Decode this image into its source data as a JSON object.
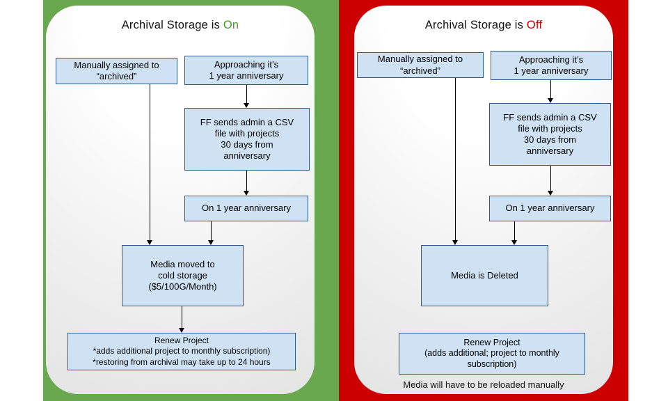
{
  "colors": {
    "left_background": "#6aa84f",
    "right_background": "#cc0000",
    "box_fill": "#cfe2f3",
    "box_border": "#2d5986",
    "status_on_color": "#43a024",
    "status_off_color": "#cc0000"
  },
  "left": {
    "title_prefix": "Archival Storage is ",
    "status": "On",
    "boxes": {
      "manually_assigned": "Manually assigned to\n“archived”",
      "approaching": "Approaching it’s\n1 year anniversary",
      "csv": "FF sends admin a CSV\nfile with projects\n30 days from\nanniversary",
      "anniversary": "On 1 year anniversary",
      "cold_storage": "Media moved to\ncold storage\n($5/100G/Month)",
      "renew": "Renew Project\n*adds additional project to monthly subscription)\n*restoring from archival may take up to 24 hours"
    }
  },
  "right": {
    "title_prefix": "Archival Storage is ",
    "status": "Off",
    "boxes": {
      "manually_assigned": "Manually assigned to\n“archived”",
      "approaching": "Approaching it’s\n1 year anniversary",
      "csv": "FF sends admin a CSV\nfile with projects\n30 days from\nanniversary",
      "anniversary": "On 1 year anniversary",
      "deleted": "Media is Deleted",
      "renew": "Renew Project\n(adds additional; project to monthly subscription)"
    },
    "footnote": "Media will have to be reloaded manually"
  }
}
